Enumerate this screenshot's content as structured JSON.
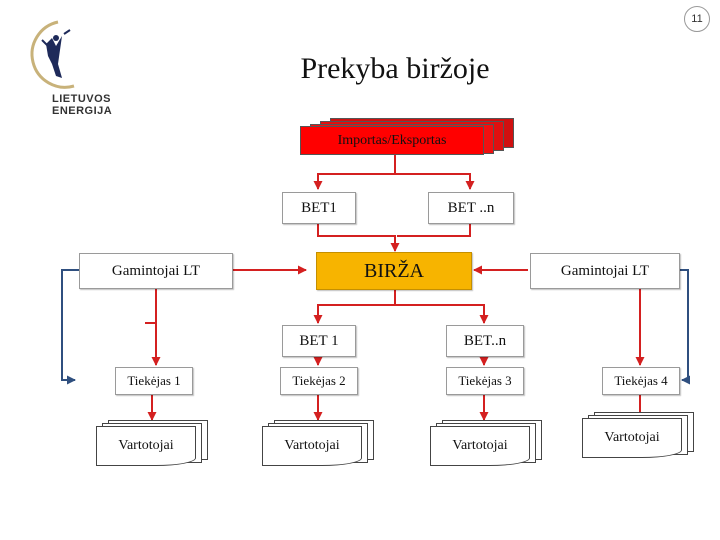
{
  "page_number": "11",
  "title": "Prekyba biržoje",
  "logo": {
    "line1": "LIETUVOS",
    "line2": "ENERGIJA"
  },
  "colors": {
    "arrow_red": "#d42020",
    "arrow_blue": "#2f4f7f",
    "exchange_fill": "#f7b400",
    "import_fill": "#ff0000"
  },
  "diagram": {
    "import_export": "Importas/Eksportas",
    "bet1_top": "BET1",
    "betn_top": "BET ..n",
    "exchange": "BIRŽA",
    "producers_left": "Gamintojai LT",
    "producers_right": "Gamintojai LT",
    "bet1_bottom": "BET 1",
    "betn_bottom": "BET..n",
    "suppliers": [
      "Tiekėjas 1",
      "Tiekėjas 2",
      "Tiekėjas 3",
      "Tiekėjas 4"
    ],
    "consumers": [
      "Vartotojai",
      "Vartotojai",
      "Vartotojai",
      "Vartotojai"
    ]
  }
}
